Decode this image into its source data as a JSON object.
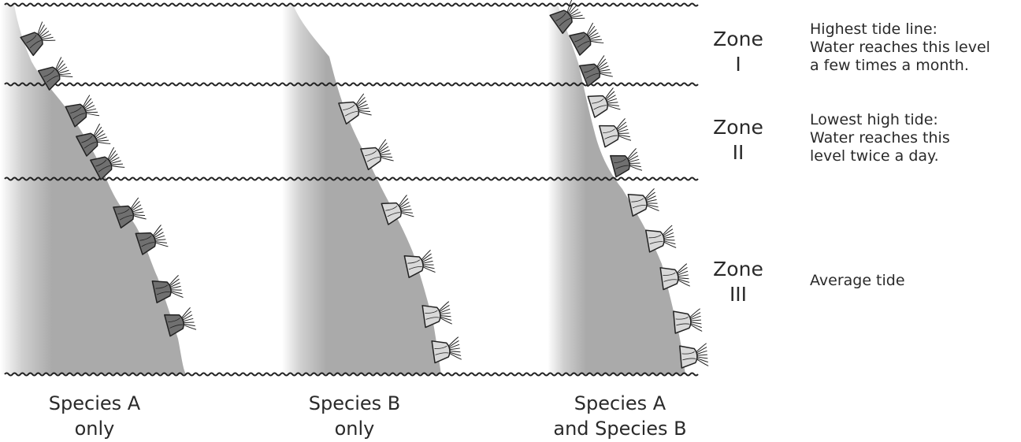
{
  "zones": [
    {
      "label_word": "Zone",
      "label_numeral": "I",
      "description": "Highest tide line:\nWater reaches this level\na few times a month."
    },
    {
      "label_word": "Zone",
      "label_numeral": "II",
      "description": "Lowest high tide:\nWater reaches this\nlevel twice a day."
    },
    {
      "label_word": "Zone",
      "label_numeral": "III",
      "description": "Average tide"
    }
  ],
  "panels": [
    {
      "line1": "Species A",
      "line2": "only"
    },
    {
      "line1": "Species B",
      "line2": "only"
    },
    {
      "line1": "Species A",
      "line2": "and Species B"
    }
  ],
  "colors": {
    "rock": "#aaaaaa",
    "rock_edge": "#ffffff",
    "species_a": "#707070",
    "species_b": "#d9d9d9",
    "outline": "#222222",
    "water_line": "#222222"
  }
}
